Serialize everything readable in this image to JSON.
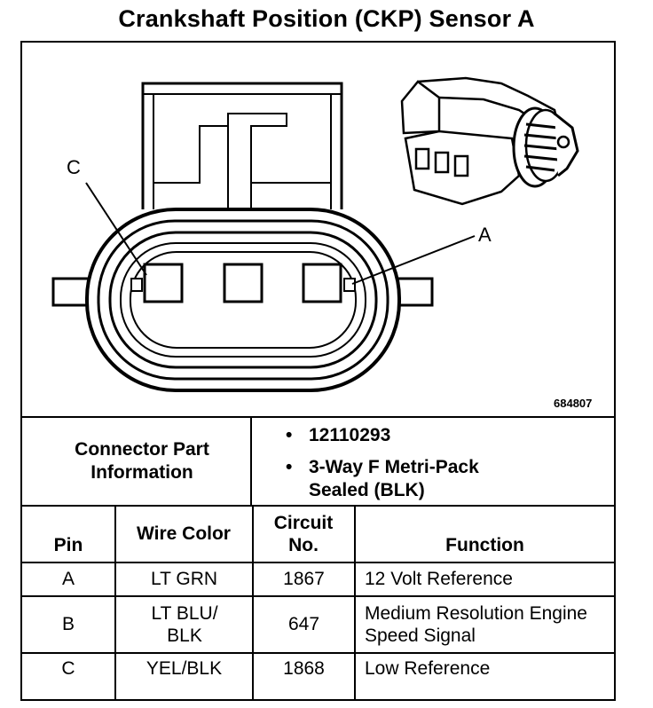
{
  "title": "Crankshaft Position (CKP) Sensor A",
  "figure": {
    "number": "684807",
    "callouts": [
      "C",
      "A"
    ]
  },
  "part_info": {
    "label": "Connector Part Information",
    "bullet": "•",
    "items": [
      "12110293",
      "3-Way F Metri-Pack Sealed (BLK)"
    ]
  },
  "table": {
    "headers": [
      "Pin",
      "Wire Color",
      "Circuit No.",
      "Function"
    ],
    "rows": [
      {
        "pin": "A",
        "color": "LT GRN",
        "circuit": "1867",
        "function": "12 Volt Reference"
      },
      {
        "pin": "B",
        "color": "LT BLU/ BLK",
        "circuit": "647",
        "function": "Medium Resolution Engine Speed Signal"
      },
      {
        "pin": "C",
        "color": "YEL/BLK",
        "circuit": "1868",
        "function": "Low Reference"
      }
    ]
  }
}
